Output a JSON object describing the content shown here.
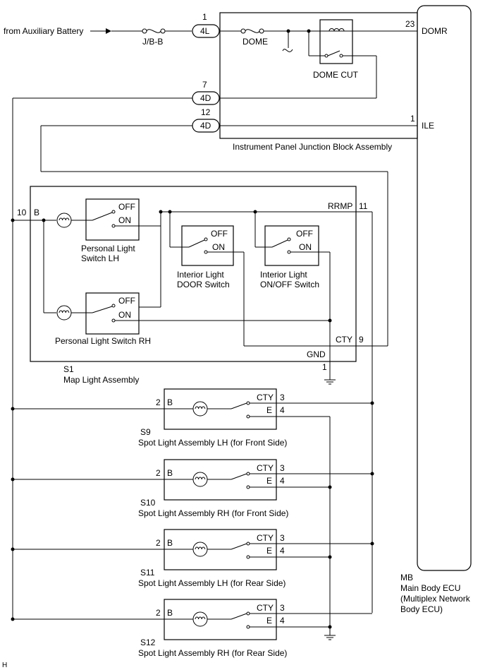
{
  "source": {
    "label": "from Auxiliary Battery"
  },
  "fuses": {
    "jbb": "J/B-B",
    "dome": "DOME"
  },
  "relay": {
    "label": "DOME CUT"
  },
  "connectors": {
    "c4L": {
      "pin": "1",
      "label": "4L"
    },
    "c4D_7": {
      "pin": "7",
      "label": "4D"
    },
    "c4D_12": {
      "pin": "12",
      "label": "4D"
    }
  },
  "junction_block": {
    "label": "Instrument Panel Junction Block Assembly"
  },
  "ecu": {
    "code": "MB",
    "name_lines": [
      "Main Body ECU",
      "(Multiplex Network",
      "Body ECU)"
    ],
    "pins": [
      {
        "num": "23",
        "name": "DOMR"
      },
      {
        "num": "1",
        "name": "ILE"
      }
    ]
  },
  "map_light": {
    "code": "S1",
    "name": "Map Light Assembly",
    "pin_b": {
      "num": "10",
      "name": "B"
    },
    "pin_rrmp": {
      "num": "11",
      "name": "RRMP"
    },
    "pin_cty": {
      "num": "9",
      "name": "CTY"
    },
    "pin_gnd": {
      "num": "1",
      "name": "GND"
    },
    "switches": {
      "personal_lh": {
        "line1": "Personal Light",
        "line2": "Switch LH",
        "off": "OFF",
        "on": "ON"
      },
      "personal_rh": {
        "line1": "Personal Light Switch RH",
        "off": "OFF",
        "on": "ON"
      },
      "door": {
        "line1": "Interior Light",
        "line2": "DOOR Switch",
        "off": "OFF",
        "on": "ON"
      },
      "onoff": {
        "line1": "Interior Light",
        "line2": "ON/OFF Switch",
        "off": "OFF",
        "on": "ON"
      }
    }
  },
  "spot_lights": [
    {
      "code": "S9",
      "name": "Spot Light Assembly LH (for Front Side)",
      "pin_b": "2",
      "b": "B",
      "cty": "CTY",
      "cty_pin": "3",
      "e": "E",
      "e_pin": "4"
    },
    {
      "code": "S10",
      "name": "Spot Light Assembly RH (for Front Side)",
      "pin_b": "2",
      "b": "B",
      "cty": "CTY",
      "cty_pin": "3",
      "e": "E",
      "e_pin": "4"
    },
    {
      "code": "S11",
      "name": "Spot Light Assembly LH (for Rear Side)",
      "pin_b": "2",
      "b": "B",
      "cty": "CTY",
      "cty_pin": "3",
      "e": "E",
      "e_pin": "4"
    },
    {
      "code": "S12",
      "name": "Spot Light Assembly RH (for Rear Side)",
      "pin_b": "2",
      "b": "B",
      "cty": "CTY",
      "cty_pin": "3",
      "e": "E",
      "e_pin": "4"
    }
  ],
  "corner_mark": "H"
}
